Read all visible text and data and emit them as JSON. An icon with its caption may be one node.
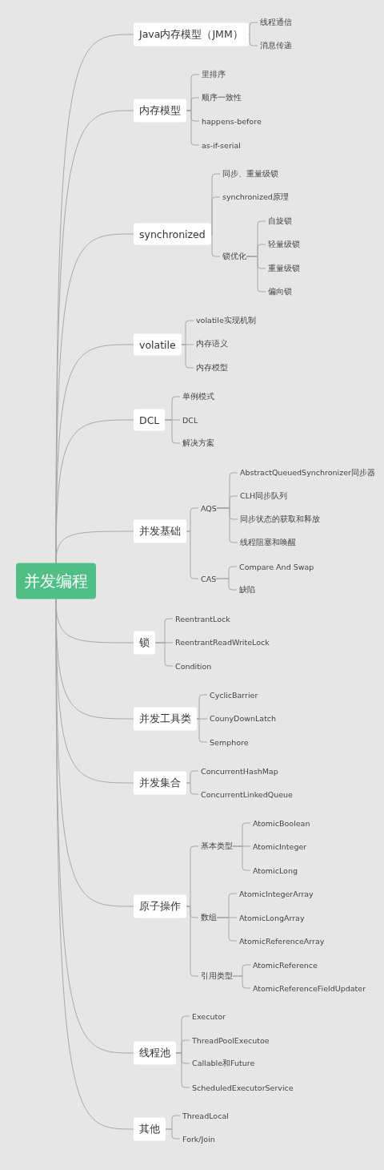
{
  "diagram": {
    "nodes": [
      {
        "text": [
          "并发编程"
        ]
      },
      {
        "text": [
          "Java内存模型（JMM）"
        ]
      },
      {
        "text": [
          "线程通信"
        ]
      },
      {
        "text": [
          "消息传递"
        ]
      },
      {
        "text": [
          "内存模型"
        ]
      },
      {
        "text": [
          "里排序"
        ]
      },
      {
        "text": [
          "顺序一致性"
        ]
      },
      {
        "text": [
          "happens-before"
        ]
      },
      {
        "text": [
          "as-if-serial"
        ]
      },
      {
        "text": [
          "synchronized"
        ]
      },
      {
        "text": [
          "同步、重量级锁"
        ]
      },
      {
        "text": [
          "synchronized原理"
        ]
      },
      {
        "text": [
          "锁优化"
        ]
      },
      {
        "text": [
          "自旋锁"
        ]
      },
      {
        "text": [
          "轻量级锁"
        ]
      },
      {
        "text": [
          "重量级锁"
        ]
      },
      {
        "text": [
          "偏向锁"
        ]
      },
      {
        "text": [
          "volatile"
        ]
      },
      {
        "text": [
          "volatile实现机制"
        ]
      },
      {
        "text": [
          "内存语义"
        ]
      },
      {
        "text": [
          "内存模型"
        ]
      },
      {
        "text": [
          "DCL"
        ]
      },
      {
        "text": [
          "单例模式"
        ]
      },
      {
        "text": [
          "DCL"
        ]
      },
      {
        "text": [
          "解决方案"
        ]
      },
      {
        "text": [
          "并发基础"
        ]
      },
      {
        "text": [
          "AQS"
        ]
      },
      {
        "text": [
          "AbstractQueuedSynchronizer同步器"
        ]
      },
      {
        "text": [
          "CLH同步队列"
        ]
      },
      {
        "text": [
          "同步状态的获取和释放"
        ]
      },
      {
        "text": [
          "线程阻塞和唤醒"
        ]
      },
      {
        "text": [
          "CAS"
        ]
      },
      {
        "text": [
          "Compare And Swap"
        ]
      },
      {
        "text": [
          "缺陷"
        ]
      },
      {
        "text": [
          "锁"
        ]
      },
      {
        "text": [
          "ReentrantLock"
        ]
      },
      {
        "text": [
          "ReentrantReadWriteLock"
        ]
      },
      {
        "text": [
          "Condition"
        ]
      },
      {
        "text": [
          "并发工具类"
        ]
      },
      {
        "text": [
          "CyclicBarrier"
        ]
      },
      {
        "text": [
          "CounyDownLatch"
        ]
      },
      {
        "text": [
          "Semphore"
        ]
      },
      {
        "text": [
          "并发集合"
        ]
      },
      {
        "text": [
          "ConcurrentHashMap"
        ]
      },
      {
        "text": [
          "ConcurrentLinkedQueue"
        ]
      },
      {
        "text": [
          "原子操作"
        ]
      },
      {
        "text": [
          "基本类型"
        ]
      },
      {
        "text": [
          "AtomicBoolean"
        ]
      },
      {
        "text": [
          "AtomicInteger"
        ]
      },
      {
        "text": [
          "AtomicLong"
        ]
      },
      {
        "text": [
          "数组"
        ]
      },
      {
        "text": [
          "AtomicIntegerArray"
        ]
      },
      {
        "text": [
          "AtomicLongArray"
        ]
      },
      {
        "text": [
          "AtomicReferenceArray"
        ]
      },
      {
        "text": [
          "引用类型"
        ]
      },
      {
        "text": [
          "AtomicReference"
        ]
      },
      {
        "text": [
          "AtomicReferenceFieldUpdater"
        ]
      },
      {
        "text": [
          "线程池"
        ]
      },
      {
        "text": [
          "Executor"
        ]
      },
      {
        "text": [
          "ThreadPoolExecutoe"
        ]
      },
      {
        "text": [
          "Callable和Future"
        ]
      },
      {
        "text": [
          "ScheduledExecutorService"
        ]
      },
      {
        "text": [
          "其他"
        ]
      },
      {
        "text": [
          "ThreadLocal"
        ]
      },
      {
        "text": [
          "Fork/Join"
        ]
      }
    ],
    "edges": [
      {
        "from": 0,
        "to": 1,
        "arrow": "none"
      },
      {
        "from": 1,
        "to": 2,
        "arrow": "none"
      },
      {
        "from": 1,
        "to": 3,
        "arrow": "none"
      },
      {
        "from": 0,
        "to": 4,
        "arrow": "none"
      },
      {
        "from": 4,
        "to": 5,
        "arrow": "none"
      },
      {
        "from": 4,
        "to": 6,
        "arrow": "none"
      },
      {
        "from": 4,
        "to": 7,
        "arrow": "none"
      },
      {
        "from": 4,
        "to": 8,
        "arrow": "none"
      },
      {
        "from": 0,
        "to": 9,
        "arrow": "none"
      },
      {
        "from": 9,
        "to": 10,
        "arrow": "none"
      },
      {
        "from": 9,
        "to": 11,
        "arrow": "none"
      },
      {
        "from": 9,
        "to": 12,
        "arrow": "none"
      },
      {
        "from": 12,
        "to": 13,
        "arrow": "none"
      },
      {
        "from": 12,
        "to": 14,
        "arrow": "none"
      },
      {
        "from": 12,
        "to": 15,
        "arrow": "none"
      },
      {
        "from": 12,
        "to": 16,
        "arrow": "none"
      },
      {
        "from": 0,
        "to": 17,
        "arrow": "none"
      },
      {
        "from": 17,
        "to": 18,
        "arrow": "none"
      },
      {
        "from": 17,
        "to": 19,
        "arrow": "none"
      },
      {
        "from": 17,
        "to": 20,
        "arrow": "none"
      },
      {
        "from": 0,
        "to": 21,
        "arrow": "none"
      },
      {
        "from": 21,
        "to": 22,
        "arrow": "none"
      },
      {
        "from": 21,
        "to": 23,
        "arrow": "none"
      },
      {
        "from": 21,
        "to": 24,
        "arrow": "none"
      },
      {
        "from": 0,
        "to": 25,
        "arrow": "none"
      },
      {
        "from": 25,
        "to": 26,
        "arrow": "none"
      },
      {
        "from": 26,
        "to": 27,
        "arrow": "none"
      },
      {
        "from": 26,
        "to": 28,
        "arrow": "none"
      },
      {
        "from": 26,
        "to": 29,
        "arrow": "none"
      },
      {
        "from": 26,
        "to": 30,
        "arrow": "none"
      },
      {
        "from": 25,
        "to": 31,
        "arrow": "none"
      },
      {
        "from": 31,
        "to": 32,
        "arrow": "none"
      },
      {
        "from": 31,
        "to": 33,
        "arrow": "none"
      },
      {
        "from": 0,
        "to": 34,
        "arrow": "none"
      },
      {
        "from": 34,
        "to": 35,
        "arrow": "none"
      },
      {
        "from": 34,
        "to": 36,
        "arrow": "none"
      },
      {
        "from": 34,
        "to": 37,
        "arrow": "none"
      },
      {
        "from": 0,
        "to": 38,
        "arrow": "none"
      },
      {
        "from": 38,
        "to": 39,
        "arrow": "none"
      },
      {
        "from": 38,
        "to": 40,
        "arrow": "none"
      },
      {
        "from": 38,
        "to": 41,
        "arrow": "none"
      },
      {
        "from": 0,
        "to": 42,
        "arrow": "none"
      },
      {
        "from": 42,
        "to": 43,
        "arrow": "none"
      },
      {
        "from": 42,
        "to": 44,
        "arrow": "none"
      },
      {
        "from": 0,
        "to": 45,
        "arrow": "none"
      },
      {
        "from": 45,
        "to": 46,
        "arrow": "none"
      },
      {
        "from": 46,
        "to": 47,
        "arrow": "none"
      },
      {
        "from": 46,
        "to": 48,
        "arrow": "none"
      },
      {
        "from": 46,
        "to": 49,
        "arrow": "none"
      },
      {
        "from": 45,
        "to": 50,
        "arrow": "none"
      },
      {
        "from": 50,
        "to": 51,
        "arrow": "none"
      },
      {
        "from": 50,
        "to": 52,
        "arrow": "none"
      },
      {
        "from": 50,
        "to": 53,
        "arrow": "none"
      },
      {
        "from": 45,
        "to": 54,
        "arrow": "none"
      },
      {
        "from": 54,
        "to": 55,
        "arrow": "none"
      },
      {
        "from": 54,
        "to": 56,
        "arrow": "none"
      },
      {
        "from": 0,
        "to": 57,
        "arrow": "none"
      },
      {
        "from": 57,
        "to": 58,
        "arrow": "none"
      },
      {
        "from": 57,
        "to": 59,
        "arrow": "none"
      },
      {
        "from": 57,
        "to": 60,
        "arrow": "none"
      },
      {
        "from": 57,
        "to": 61,
        "arrow": "none"
      },
      {
        "from": 0,
        "to": 62,
        "arrow": "none"
      },
      {
        "from": 62,
        "to": 63,
        "arrow": "none"
      },
      {
        "from": 62,
        "to": 64,
        "arrow": "none"
      }
    ]
  }
}
